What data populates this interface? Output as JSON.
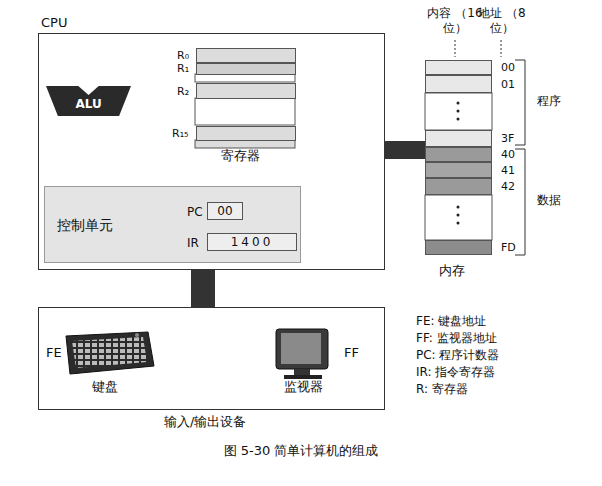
{
  "diagram": {
    "caption": "图 5-30 简单计算机的组成",
    "nodes": [
      {
        "text": [
          "CPU"
        ]
      },
      {
        "text": [
          "ALU"
        ],
        "in": 0
      },
      {
        "text": [
          "寄存器"
        ],
        "in": 0
      },
      {
        "text": [
          "R₀"
        ],
        "in": 2
      },
      {
        "text": [
          "R₁"
        ],
        "in": 2
      },
      {
        "text": [
          "R₂"
        ],
        "in": 2
      },
      {
        "text": [
          "R₁₅"
        ],
        "in": 2
      },
      {
        "text": [
          "控制单元"
        ],
        "in": 0
      },
      {
        "text": [
          "PC",
          "00"
        ],
        "in": 7
      },
      {
        "text": [
          "IR",
          "1400"
        ],
        "in": 7
      },
      {
        "text": [
          "内存"
        ]
      },
      {
        "text": [
          "00"
        ],
        "in": 10
      },
      {
        "text": [
          "01"
        ],
        "in": 10
      },
      {
        "text": [
          "3F"
        ],
        "in": 10
      },
      {
        "text": [
          "40"
        ],
        "in": 10
      },
      {
        "text": [
          "41"
        ],
        "in": 10
      },
      {
        "text": [
          "42"
        ],
        "in": 10
      },
      {
        "text": [
          "FD"
        ],
        "in": 10
      },
      {
        "text": [
          "输入/输出设备"
        ]
      },
      {
        "text": [
          "键盘",
          "FE"
        ],
        "in": 18
      },
      {
        "text": [
          "监视器",
          "FF"
        ],
        "in": 18
      }
    ],
    "edges": [
      {
        "from": 0,
        "to": 10,
        "arrow": "none"
      },
      {
        "from": 0,
        "to": 18,
        "arrow": "none"
      }
    ],
    "labels": [
      "内容 （16位）",
      "地址 （8位）",
      "程序",
      "数据",
      "FE: 键盘地址",
      "FF: 监视器地址",
      "PC: 程序计数器",
      "IR: 指令寄存器",
      "R: 寄存器"
    ]
  }
}
